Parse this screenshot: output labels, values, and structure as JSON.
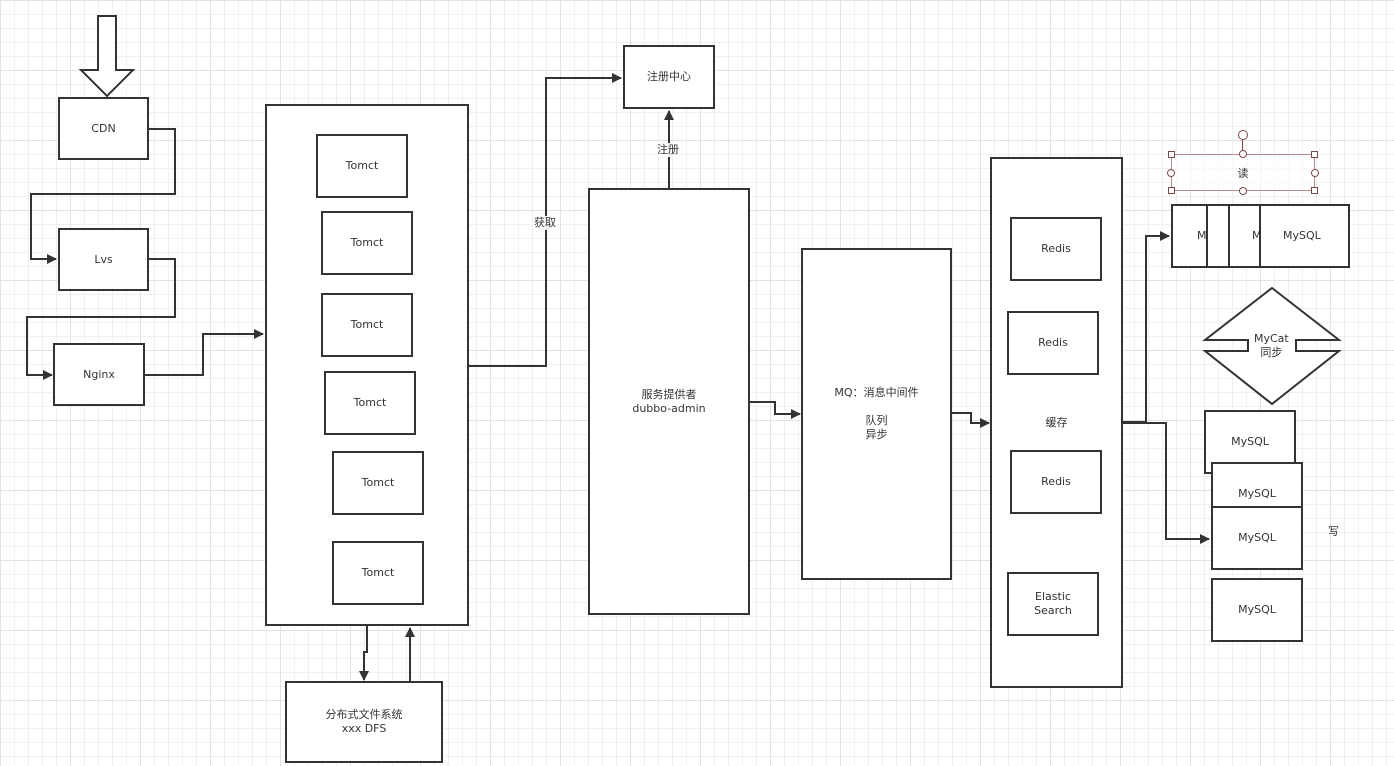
{
  "diagram": {
    "entry": {
      "icon": "down-arrow-icon"
    },
    "nodes": {
      "cdn": "CDN",
      "lvs": "Lvs",
      "nginx": "Nginx",
      "tomcat_cluster": [
        "Tomct",
        "Tomct",
        "Tomct",
        "Tomct",
        "Tomct",
        "Tomct"
      ],
      "dfs": "分布式文件系统\nxxx DFS",
      "registry": "注册中心",
      "provider": "服务提供者\ndubbo-admin",
      "mq": "MQ：消息中间件\n\n队列\n异步",
      "cache_label": "缓存",
      "cache_items": [
        "Redis",
        "Redis",
        "Redis",
        "Elastic\nSearch"
      ],
      "read_group": {
        "cells": [
          "M",
          "M",
          "MySQL"
        ]
      },
      "mycat": "MyCat\n同步",
      "write_group": [
        "MySQL",
        "MySQL",
        "MySQL",
        "MySQL"
      ]
    },
    "edge_labels": {
      "fetch": "获取",
      "register": "注册"
    },
    "annotations": {
      "read": "读",
      "write": "写"
    }
  }
}
